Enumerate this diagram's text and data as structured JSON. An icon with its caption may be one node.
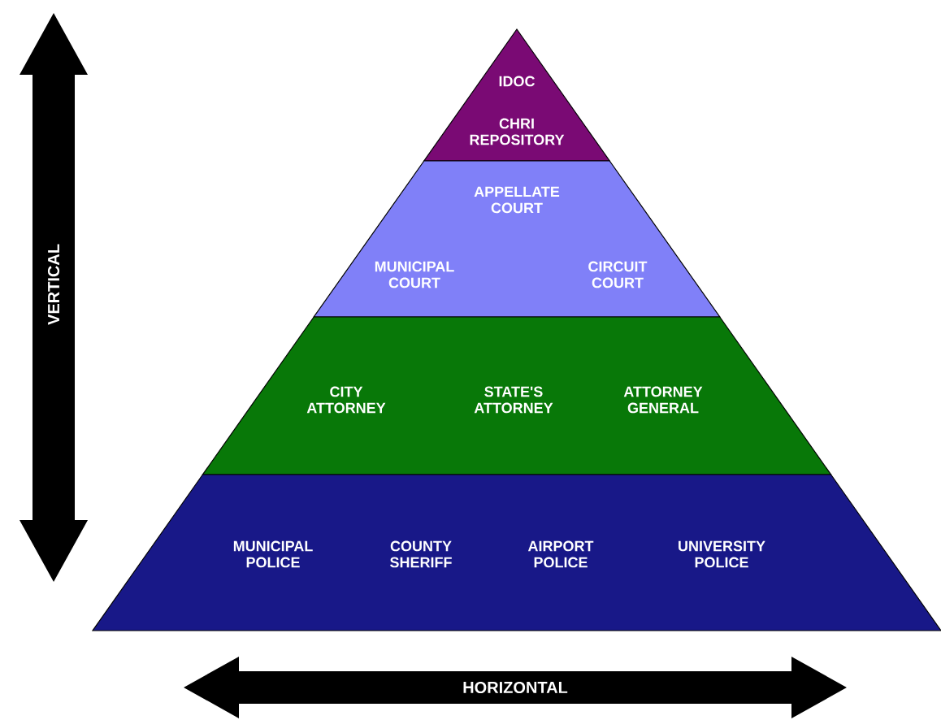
{
  "diagram": {
    "nodes": [
      {
        "text": [
          "IDOC",
          "CHRI REPOSITORY"
        ]
      },
      {
        "text": [
          "APPELLATE COURT",
          "MUNICIPAL COURT",
          "CIRCUIT COURT"
        ]
      },
      {
        "text": [
          "CITY ATTORNEY",
          "STATE'S ATTORNEY",
          "ATTORNEY GENERAL"
        ]
      },
      {
        "text": [
          "MUNICIPAL POLICE",
          "COUNTY SHERIFF",
          "AIRPORT POLICE",
          "UNIVERSITY POLICE"
        ]
      }
    ],
    "labels": [
      "VERTICAL",
      "HORIZONTAL"
    ]
  }
}
